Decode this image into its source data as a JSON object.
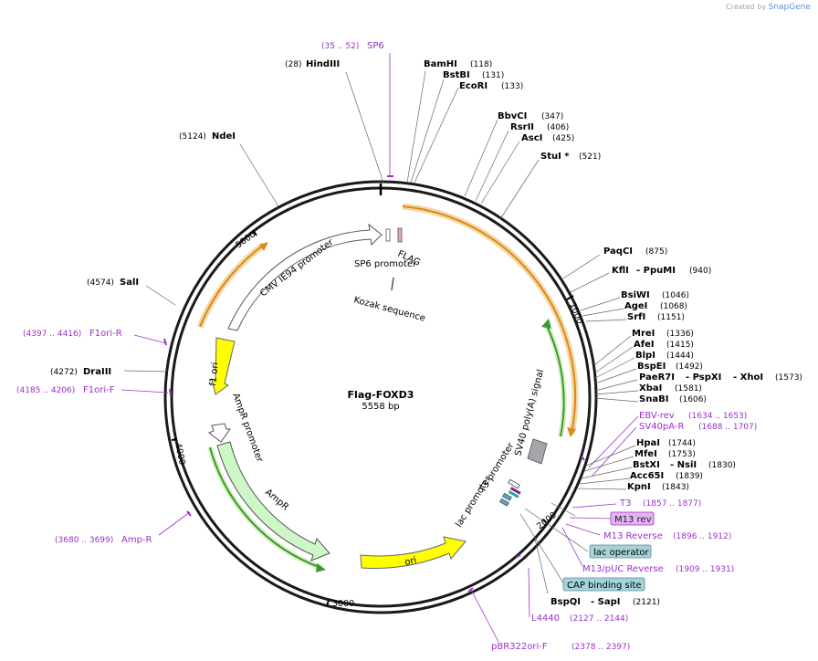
{
  "branding": {
    "prefix": "Created by",
    "name": "SnapGene"
  },
  "plasmid": {
    "name": "Flag-FOXD3",
    "length": "5558 bp"
  },
  "ticks": [
    "1000",
    "2000",
    "3000",
    "4000",
    "5000"
  ],
  "enzymes": {
    "hindiii": {
      "name": "HindIII",
      "pos": "(28)"
    },
    "ndei": {
      "name": "NdeI",
      "pos": "(5124)"
    },
    "bamhi": {
      "name": "BamHI",
      "pos": "(118)"
    },
    "bstbi": {
      "name": "BstBI",
      "pos": "(131)"
    },
    "ecori": {
      "name": "EcoRI",
      "pos": "(133)"
    },
    "bbvci": {
      "name": "BbvCI",
      "pos": "(347)"
    },
    "srfii": {
      "name": "RsrII",
      "pos": "(406)"
    },
    "asci": {
      "name": "AscI",
      "pos": "(425)"
    },
    "stui": {
      "name": "StuI *",
      "pos": "(521)"
    },
    "paqci": {
      "name": "PaqCI",
      "pos": "(875)"
    },
    "kfli": {
      "name": "KflI",
      "name2": "- PpuMI",
      "pos": "(940)"
    },
    "bsiwi": {
      "name": "BsiWI",
      "pos": "(1046)"
    },
    "agei": {
      "name": "AgeI",
      "pos": "(1068)"
    },
    "srfi": {
      "name": "SrfI",
      "pos": "(1151)"
    },
    "mrei": {
      "name": "MreI",
      "pos": "(1336)"
    },
    "afei": {
      "name": "AfeI",
      "pos": "(1415)"
    },
    "blpi": {
      "name": "BlpI",
      "pos": "(1444)"
    },
    "bspei": {
      "name": "BspEI",
      "pos": "(1492)"
    },
    "paer7i": {
      "name": "PaeR7I",
      "name2": "- PspXI",
      "name3": "- XhoI",
      "pos": "(1573)"
    },
    "xbai": {
      "name": "XbaI",
      "pos": "(1581)"
    },
    "snabi": {
      "name": "SnaBI",
      "pos": "(1606)"
    },
    "hpai": {
      "name": "HpaI",
      "pos": "(1744)"
    },
    "mfei": {
      "name": "MfeI",
      "pos": "(1753)"
    },
    "bstxi": {
      "name": "BstXI",
      "name2": "- NsiI",
      "pos": "(1830)"
    },
    "acc65i": {
      "name": "Acc65I",
      "pos": "(1839)"
    },
    "kpni": {
      "name": "KpnI",
      "pos": "(1843)"
    },
    "bspqi": {
      "name": "BspQI",
      "name2": "- SapI",
      "pos": "(2121)"
    },
    "sali": {
      "name": "SalI",
      "pos": "(4574)"
    },
    "draiii": {
      "name": "DraIII",
      "pos": "(4272)"
    }
  },
  "primers": {
    "sp6": {
      "name": "SP6",
      "pos": "(35 .. 52)"
    },
    "f1orir": {
      "name": "F1ori-R",
      "pos": "(4397 .. 4416)"
    },
    "f1orif": {
      "name": "F1ori-F",
      "pos": "(4185 .. 4206)"
    },
    "ampr": {
      "name": "Amp-R",
      "pos": "(3680 .. 3699)"
    },
    "ebvrev": {
      "name": "EBV-rev",
      "pos": "(1634 .. 1653)"
    },
    "sv40par": {
      "name": "SV40pA-R",
      "pos": "(1688 .. 1707)"
    },
    "t3": {
      "name": "T3",
      "pos": "(1857 .. 1877)"
    },
    "m13rev": {
      "name": "M13 rev"
    },
    "m13reverse": {
      "name": "M13 Reverse",
      "pos": "(1896 .. 1912)"
    },
    "m13puc": {
      "name": "M13/pUC Reverse",
      "pos": "(1909 .. 1931)"
    },
    "l4440": {
      "name": "L4440",
      "pos": "(2127 .. 2144)"
    },
    "pbr322": {
      "name": "pBR322ori-F",
      "pos": "(2378 .. 2397)"
    }
  },
  "boxes": {
    "lac_operator": "lac operator",
    "cap_site": "CAP binding site"
  },
  "features": {
    "cmv": "CMV IE94 promoter",
    "sp6prom": "SP6 promoter",
    "flag": "FLAG",
    "kozak": "Kozak sequence",
    "f1ori": "f1 ori",
    "ampr_prom": "AmpR promoter",
    "ampr": "AmpR",
    "ori": "ori",
    "sv40": "SV40 poly(A) signal",
    "t3prom": "T3 promoter",
    "lacprom": "lac promoter"
  }
}
